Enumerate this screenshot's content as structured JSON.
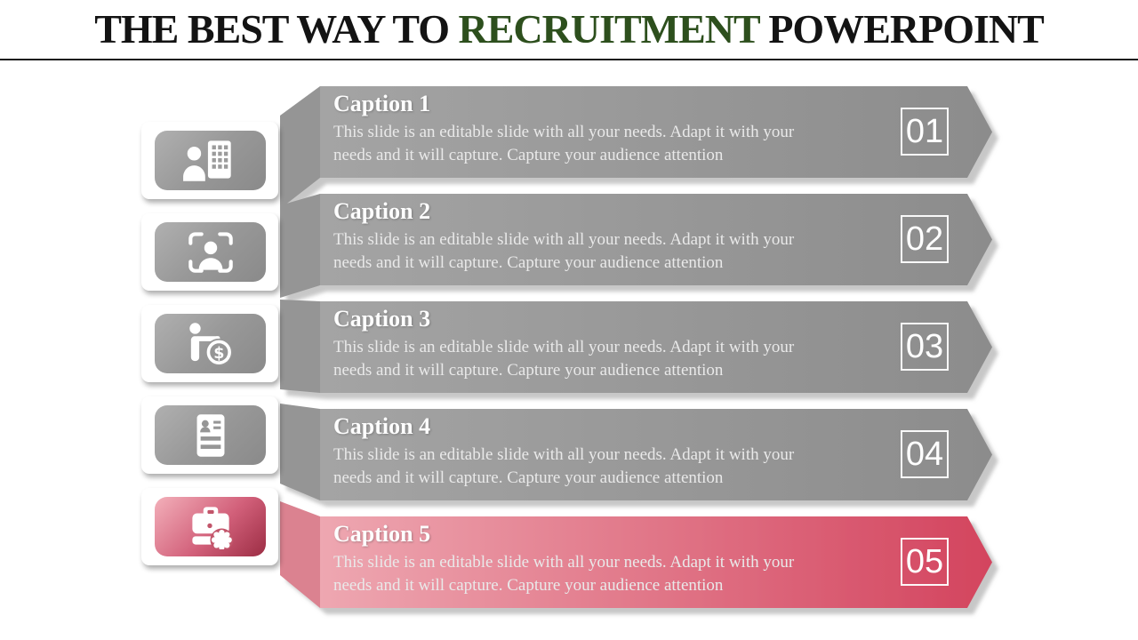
{
  "title": {
    "part1": "THE BEST WAY TO",
    "highlight": "RECRUITMENT",
    "part2": "POWERPOINT",
    "highlight_color": "#2d4f1d",
    "text_color": "#131313"
  },
  "rows": [
    {
      "caption": "Caption 1",
      "number": "01",
      "icon": "person-building-icon",
      "desc1": "This slide is an editable slide with all your needs. Adapt it with your",
      "desc2": "needs and it will capture. Capture your audience attention"
    },
    {
      "caption": "Caption 2",
      "number": "02",
      "icon": "person-focus-icon",
      "desc1": "This slide is an editable slide with all your needs. Adapt it with your",
      "desc2": "needs and it will capture. Capture your audience attention"
    },
    {
      "caption": "Caption 3",
      "number": "03",
      "icon": "salary-presentation-icon",
      "desc1": "This slide is an editable slide with all your needs. Adapt it with your",
      "desc2": "needs and it will capture. Capture your audience attention"
    },
    {
      "caption": "Caption 4",
      "number": "04",
      "icon": "resume-icon",
      "desc1": "This slide is an editable slide with all your needs. Adapt it with your",
      "desc2": "needs and it will capture. Capture your audience attention"
    },
    {
      "caption": "Caption 5",
      "number": "05",
      "icon": "briefcase-badge-icon",
      "desc1": "This slide is an editable slide with all your needs. Adapt it with your",
      "desc2": "needs and it will capture. Capture your audience attention"
    }
  ],
  "colors": {
    "gray_banner_start": "#a4a4a4",
    "gray_banner_end": "#8c8c8c",
    "gray_fold": "#959595",
    "red_banner_start": "#eea7b1",
    "red_banner_end": "#d3445e",
    "red_fold": "#db8290",
    "shadow": "#c9c9c9",
    "text_on_banner": "#e9e9e9"
  }
}
